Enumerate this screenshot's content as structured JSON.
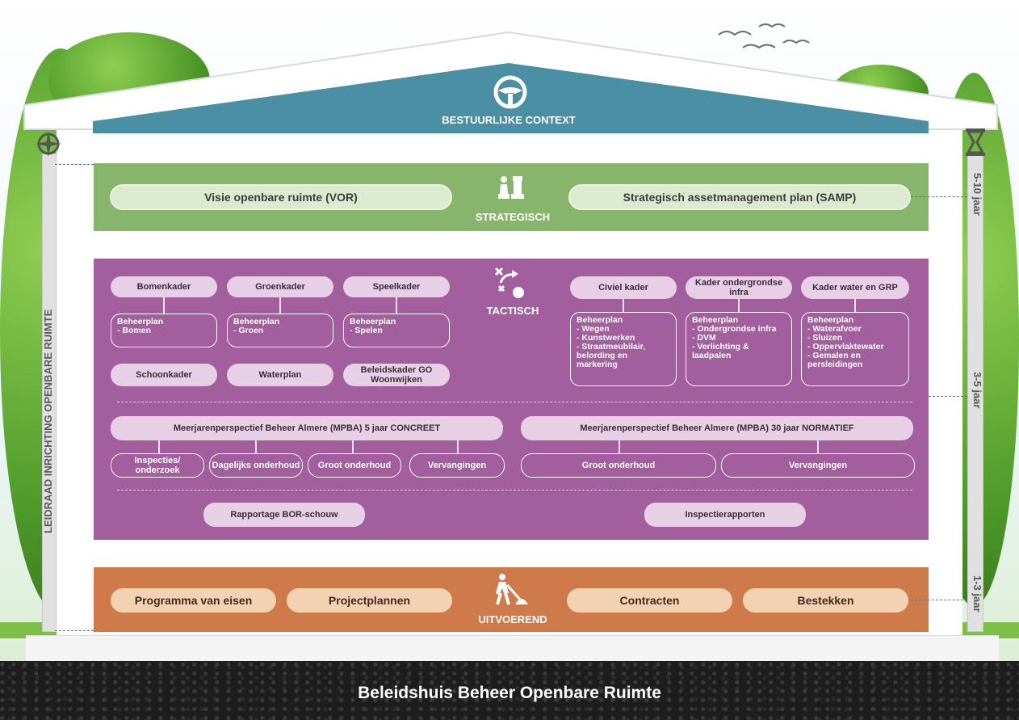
{
  "roof": {
    "title": "BESTUURLIJKE CONTEXT",
    "icon": "steering-wheel-icon"
  },
  "strategisch": {
    "title": "STRATEGISCH",
    "icon": "chess-pieces-icon",
    "left": "Visie openbare ruimte (VOR)",
    "right": "Strategisch assetmanagement plan (SAMP)"
  },
  "tactisch": {
    "title": "TACTISCH",
    "icon": "strategy-arrows-icon",
    "kaders_left": [
      "Bomenkader",
      "Groenkader",
      "Speelkader"
    ],
    "beheerplannen_left": [
      {
        "title": "Beheerplan",
        "items": "- Bomen"
      },
      {
        "title": "Beheerplan",
        "items": "- Groen"
      },
      {
        "title": "Beheerplan",
        "items": "- Spelen"
      }
    ],
    "extra_left": [
      "Schoonkader",
      "Waterplan",
      "Beleidskader GO Woonwijken"
    ],
    "kaders_right": [
      "Civiel kader",
      "Kader ondergrondse infra",
      "Kader water en GRP"
    ],
    "beheerplannen_right": [
      {
        "title": "Beheerplan",
        "items": [
          "- Wegen",
          "- Kunstwerken",
          "- Straatmeubilair, belording en markering"
        ]
      },
      {
        "title": "Beheerplan",
        "items": [
          "- Ondergrondse infra",
          "- DVM",
          "- Verlichting & laadpalen"
        ]
      },
      {
        "title": "Beheerplan",
        "items": [
          "- Waterafvoer",
          "- Sluizen",
          "- Oppervlaktewater",
          "- Gemalen en persleidingen"
        ]
      }
    ],
    "mpba_left": "Meerjarenperspectief Beheer Almere (MPBA) 5 jaar CONCREET",
    "mpba_left_items": [
      "Inspecties/ onderzoek",
      "Dagelijks onderhoud",
      "Groot onderhoud",
      "Vervangingen"
    ],
    "mpba_right": "Meerjarenperspectief Beheer Almere (MPBA) 30 jaar NORMATIEF",
    "mpba_right_items": [
      "Groot onderhoud",
      "Vervangingen"
    ],
    "rapport_left": "Rapportage BOR-schouw",
    "rapport_right": "Inspectierapporten"
  },
  "uitvoerend": {
    "title": "UITVOEREND",
    "icon": "road-worker-icon",
    "items": [
      "Programma van eisen",
      "Projectplannen",
      "Contracten",
      "Bestekken"
    ]
  },
  "left_pillar": {
    "label": "LEIDRAAD INRICHTING OPENBARE RUIMTE",
    "icon": "compass-icon"
  },
  "right_pillar": {
    "icon": "hourglass-icon",
    "labels": [
      "5-10 jaar",
      "3-5 jaar",
      "1-3 jaar"
    ]
  },
  "footer": {
    "title": "Beleidshuis Beheer Openbare Ruimte"
  },
  "colors": {
    "roof": "#4a8fa3",
    "strategisch": "#86b56b",
    "tactisch": "#a35f9d",
    "uitvoerend": "#cf7a4a",
    "ground": "#1d1d1d"
  }
}
